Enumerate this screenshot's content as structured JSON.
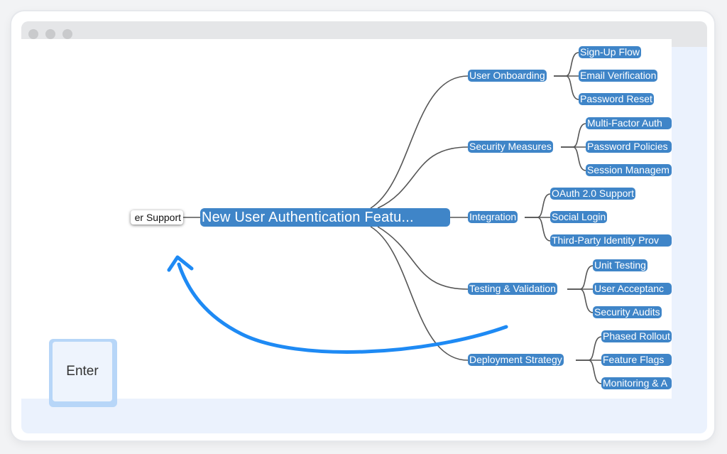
{
  "window": {
    "traffic_lights": [
      "close",
      "minimize",
      "maximize"
    ]
  },
  "mindmap": {
    "root": "New User Authentication Featu...",
    "editing_node": "er Support",
    "branches": [
      {
        "label": "User Onboarding",
        "children": [
          "Sign-Up Flow",
          "Email Verification",
          "Password Reset"
        ]
      },
      {
        "label": "Security Measures",
        "children": [
          "Multi-Factor Auth",
          "Password Policies",
          "Session Managem"
        ]
      },
      {
        "label": "Integration",
        "children": [
          "OAuth 2.0 Support",
          "Social Login",
          "Third-Party Identity Prov"
        ]
      },
      {
        "label": "Testing & Validation",
        "children": [
          "Unit Testing",
          "User Acceptanc",
          "Security Audits"
        ]
      },
      {
        "label": "Deployment Strategy",
        "children": [
          "Phased Rollout",
          "Feature Flags",
          "Monitoring & A"
        ]
      }
    ]
  },
  "overlay": {
    "key_label": "Enter",
    "arrow_color": "#1e8af4"
  },
  "colors": {
    "node": "#3f85c8",
    "link": "#555555"
  }
}
